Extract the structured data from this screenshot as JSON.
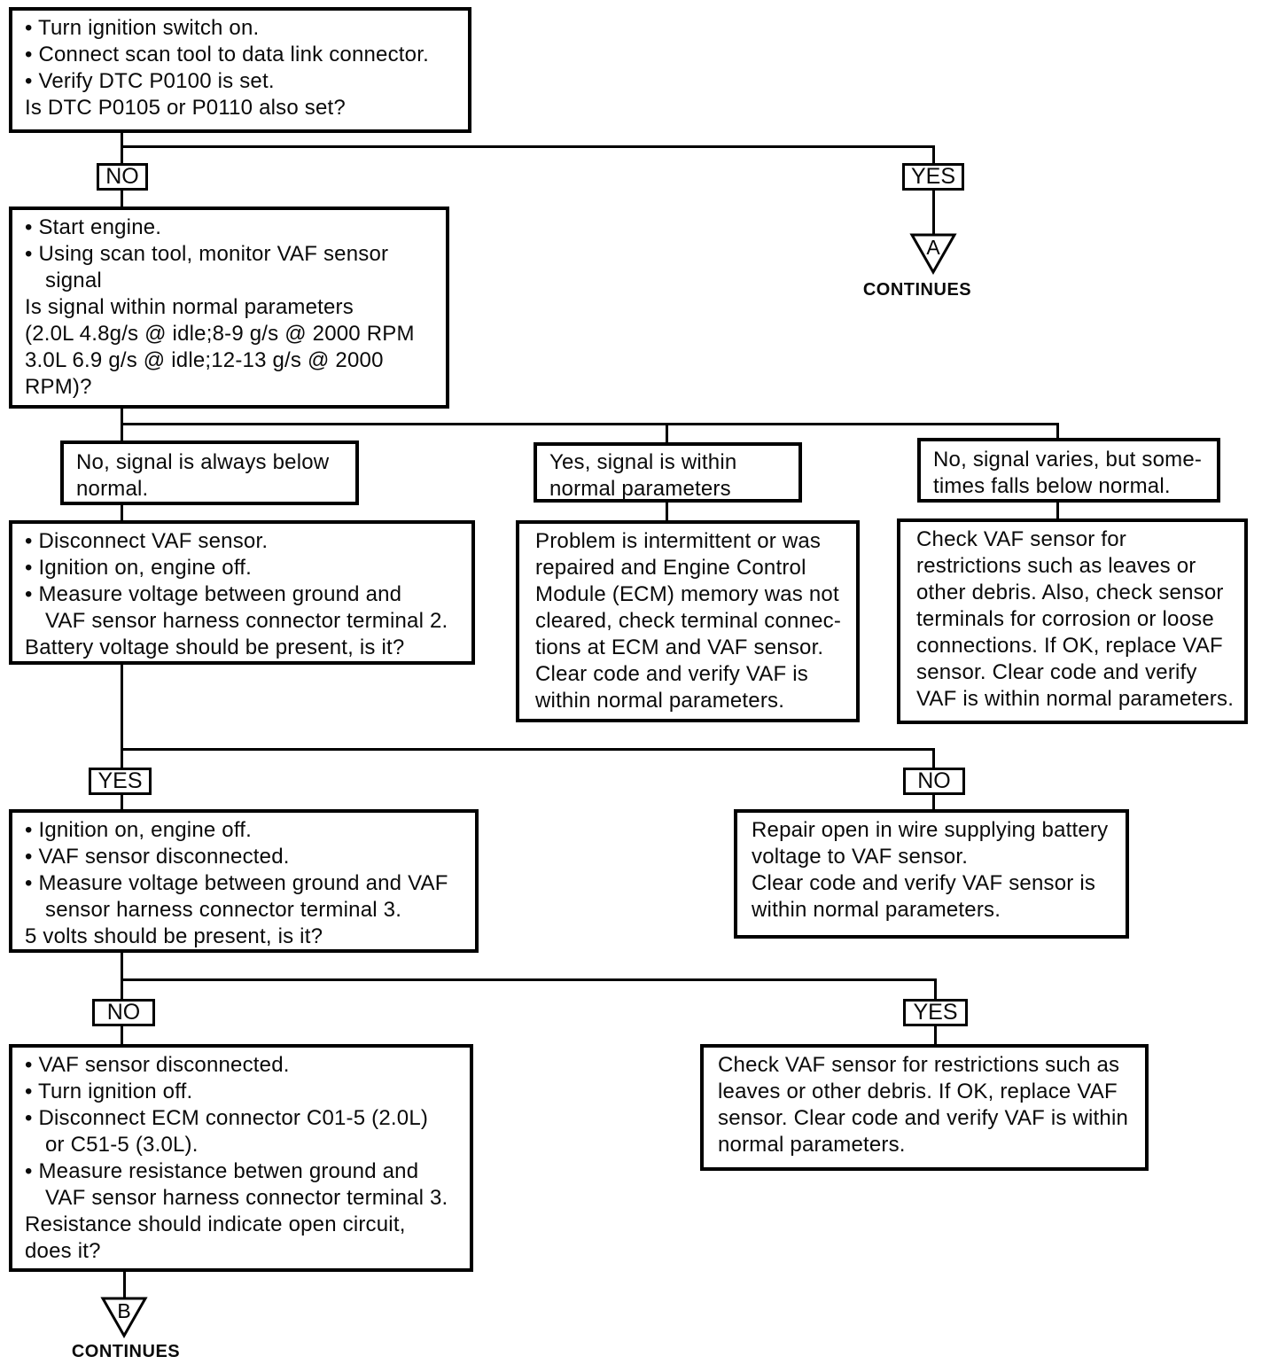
{
  "page": {
    "background_color": "#ffffff",
    "line_color": "#000000",
    "text_color": "#0a0a0a"
  },
  "labels": {
    "no": "NO",
    "yes": "YES",
    "continues": "CONTINUES",
    "connector_a": "A",
    "connector_b": "B"
  },
  "boxes": {
    "start": {
      "lines": [
        "• Turn ignition switch on.",
        "• Connect scan tool to data link connector.",
        "• Verify DTC P0100 is set.",
        "Is DTC P0105 or P0110 also set?"
      ]
    },
    "monitor": {
      "lines": [
        "• Start engine.",
        "• Using scan tool, monitor VAF sensor",
        "signal",
        "Is signal within normal parameters",
        "(2.0L 4.8g/s @ idle;8-9 g/s @ 2000 RPM",
        "3.0L 6.9 g/s @ idle;12-13 g/s @ 2000",
        "RPM)?"
      ]
    },
    "branch_always_below": {
      "lines": [
        "No, signal is always below",
        "normal."
      ]
    },
    "branch_within_normal": {
      "lines": [
        "Yes, signal is within",
        "normal parameters"
      ]
    },
    "branch_varies": {
      "lines": [
        "No, signal varies, but some-",
        "times falls below normal."
      ]
    },
    "check_terminal2": {
      "lines": [
        "• Disconnect VAF sensor.",
        "• Ignition on, engine off.",
        "• Measure voltage between ground and",
        "VAF sensor harness connector terminal 2.",
        "Battery voltage should be present, is it?"
      ]
    },
    "intermittent": {
      "lines": [
        "Problem is intermittent or was",
        "repaired and Engine Control",
        "Module (ECM) memory was not",
        "cleared, check terminal connec-",
        "tions at ECM and VAF sensor.",
        "Clear code and verify VAF is",
        "within normal parameters."
      ]
    },
    "check_debris_full": {
      "lines": [
        "Check VAF sensor for",
        "restrictions such as leaves or",
        "other debris. Also, check sensor",
        "terminals for corrosion or loose",
        "connections. If OK, replace VAF",
        "sensor. Clear code and verify",
        "VAF is within normal parameters."
      ]
    },
    "check_5volts": {
      "lines": [
        "• Ignition on, engine off.",
        "• VAF sensor disconnected.",
        "• Measure voltage between ground and VAF",
        "sensor harness connector terminal 3.",
        "5 volts should be present, is it?"
      ]
    },
    "repair_open": {
      "lines": [
        "Repair open in wire supplying battery",
        "voltage to VAF sensor.",
        "Clear code and verify VAF sensor is",
        "within normal parameters."
      ]
    },
    "resistance": {
      "lines": [
        "• VAF sensor disconnected.",
        "• Turn ignition off.",
        "• Disconnect ECM connector C01-5 (2.0L)",
        "or C51-5 (3.0L).",
        "• Measure resistance betwen ground and",
        "VAF sensor harness connector terminal 3.",
        "Resistance should indicate open circuit,",
        "does it?"
      ]
    },
    "check_debris_short": {
      "lines": [
        "Check VAF sensor for restrictions such as",
        "leaves or other debris. If OK, replace VAF",
        "sensor. Clear code and verify VAF is within",
        "normal parameters."
      ]
    }
  }
}
